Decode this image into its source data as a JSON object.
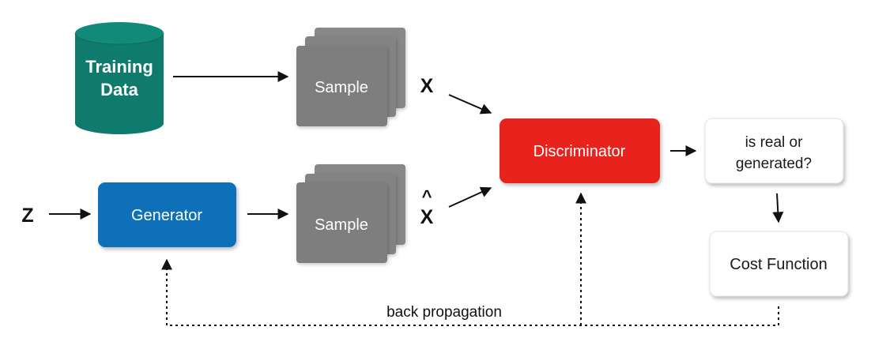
{
  "nodes": {
    "training_data": {
      "line1": "Training",
      "line2": "Data"
    },
    "sample_real": "Sample",
    "sample_fake": "Sample",
    "generator": "Generator",
    "discriminator": "Discriminator",
    "decision": {
      "line1": "is real  or",
      "line2": "generated?"
    },
    "cost_function": "Cost Function"
  },
  "variables": {
    "x": "X",
    "x_hat": "X",
    "x_hat_accent": "^",
    "z": "Z"
  },
  "labels": {
    "back_propagation": "back propagation"
  },
  "colors": {
    "training_data": "#0f7b6c",
    "sample": "#808080",
    "generator": "#0b6fb8",
    "discriminator": "#e8221b",
    "box_text_light": "#ffffff",
    "box_text_dark": "#1a1a1a",
    "arrow": "#111111"
  }
}
